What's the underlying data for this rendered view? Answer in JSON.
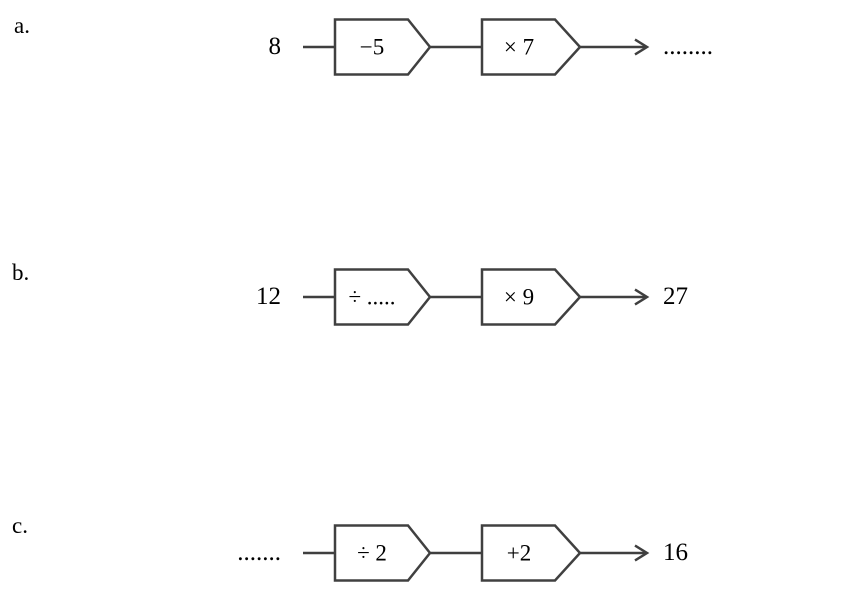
{
  "worksheet": {
    "background": "#ffffff",
    "stroke_color": "#3f3f3f",
    "text_color": "#000000",
    "rows": [
      {
        "label": "a.",
        "input": "8",
        "machine1": "−5",
        "machine2": "× 7",
        "output": "........"
      },
      {
        "label": "b.",
        "input": "12",
        "machine1": "÷ .....",
        "machine2": "× 9",
        "output": "27"
      },
      {
        "label": "c.",
        "input": ".......",
        "machine1": "÷ 2",
        "machine2": "+2",
        "output": "16"
      }
    ]
  }
}
